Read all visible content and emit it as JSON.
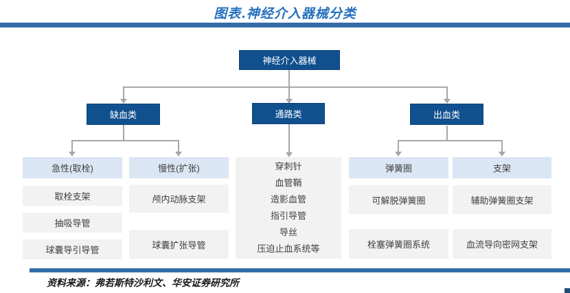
{
  "title": "图表.神经介入器械分类",
  "colors": {
    "accent_navy": "#11508E",
    "light_blue": "#DAE6F3",
    "gray_box": "#F2F2F2",
    "title_blue": "#2570BD",
    "bar_blue": "#346BA6",
    "connector_gray": "#A6A6A6"
  },
  "tree": {
    "root": "神经介入器械",
    "categories": [
      {
        "label": "缺血类"
      },
      {
        "label": "通路类"
      },
      {
        "label": "出血类"
      }
    ],
    "subcategories": [
      {
        "label": "急性(取栓)"
      },
      {
        "label": "慢性(扩张)"
      },
      {
        "label": "弹簧圈"
      },
      {
        "label": "支架"
      }
    ],
    "access_items": [
      "穿刺针",
      "血管鞘",
      "造影血管",
      "指引导管",
      "导丝",
      "压迫止血系统等"
    ],
    "leaves": {
      "acute": [
        "取栓支架",
        "抽吸导管",
        "球囊导引导管"
      ],
      "chronic": [
        "颅内动脉支架",
        "球囊扩张导管"
      ],
      "coil": [
        "可解脱弹簧圈",
        "栓塞弹簧圈系统"
      ],
      "stent": [
        "辅助弹簧圈支架",
        "血流导向密网支架"
      ]
    }
  },
  "footer": {
    "source": "资料来源：弗若斯特沙利文、华安证券研究所"
  }
}
